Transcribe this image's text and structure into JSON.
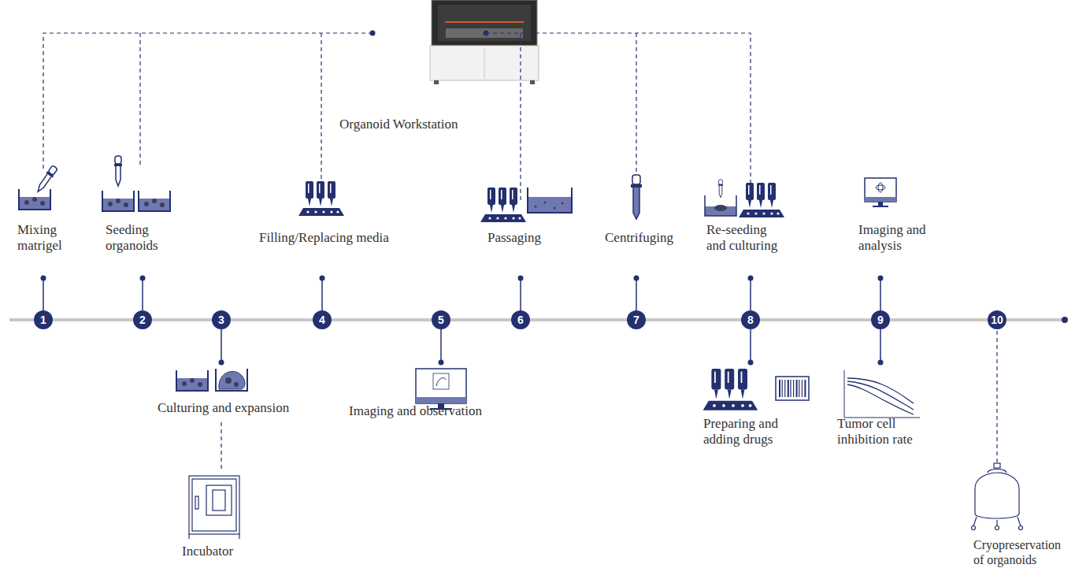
{
  "diagram": {
    "nodes": [
      {
        "text": [
          "1"
        ]
      },
      {
        "text": [
          "2"
        ]
      },
      {
        "text": [
          "3"
        ]
      },
      {
        "text": [
          "4"
        ]
      },
      {
        "text": [
          "5"
        ]
      },
      {
        "text": [
          "6"
        ]
      },
      {
        "text": [
          "7"
        ]
      },
      {
        "text": [
          "8"
        ]
      },
      {
        "text": [
          "9"
        ]
      },
      {
        "text": [
          "10"
        ]
      }
    ],
    "edges": [
      {
        "from": 0,
        "to": 1,
        "arrow": "none"
      },
      {
        "from": 1,
        "to": 2,
        "arrow": "none"
      },
      {
        "from": 2,
        "to": 3,
        "arrow": "none"
      },
      {
        "from": 3,
        "to": 4,
        "arrow": "none"
      },
      {
        "from": 4,
        "to": 5,
        "arrow": "none"
      },
      {
        "from": 5,
        "to": 6,
        "arrow": "none"
      },
      {
        "from": 6,
        "to": 7,
        "arrow": "none"
      },
      {
        "from": 7,
        "to": 8,
        "arrow": "none"
      },
      {
        "from": 8,
        "to": 9,
        "arrow": "none"
      }
    ],
    "labels": [
      "Organoid Workstation",
      "Mixing matrigel",
      "Seeding organoids",
      "Filling/Replacing media",
      "Passaging",
      "Centrifuging",
      "Re-seeding and culturing",
      "Imaging and analysis",
      "Culturing and expansion",
      "Incubator",
      "Imaging and observation",
      "Preparing and adding drugs",
      "Tumor cell inhibition rate",
      "Cryopreservation of organoids"
    ]
  }
}
